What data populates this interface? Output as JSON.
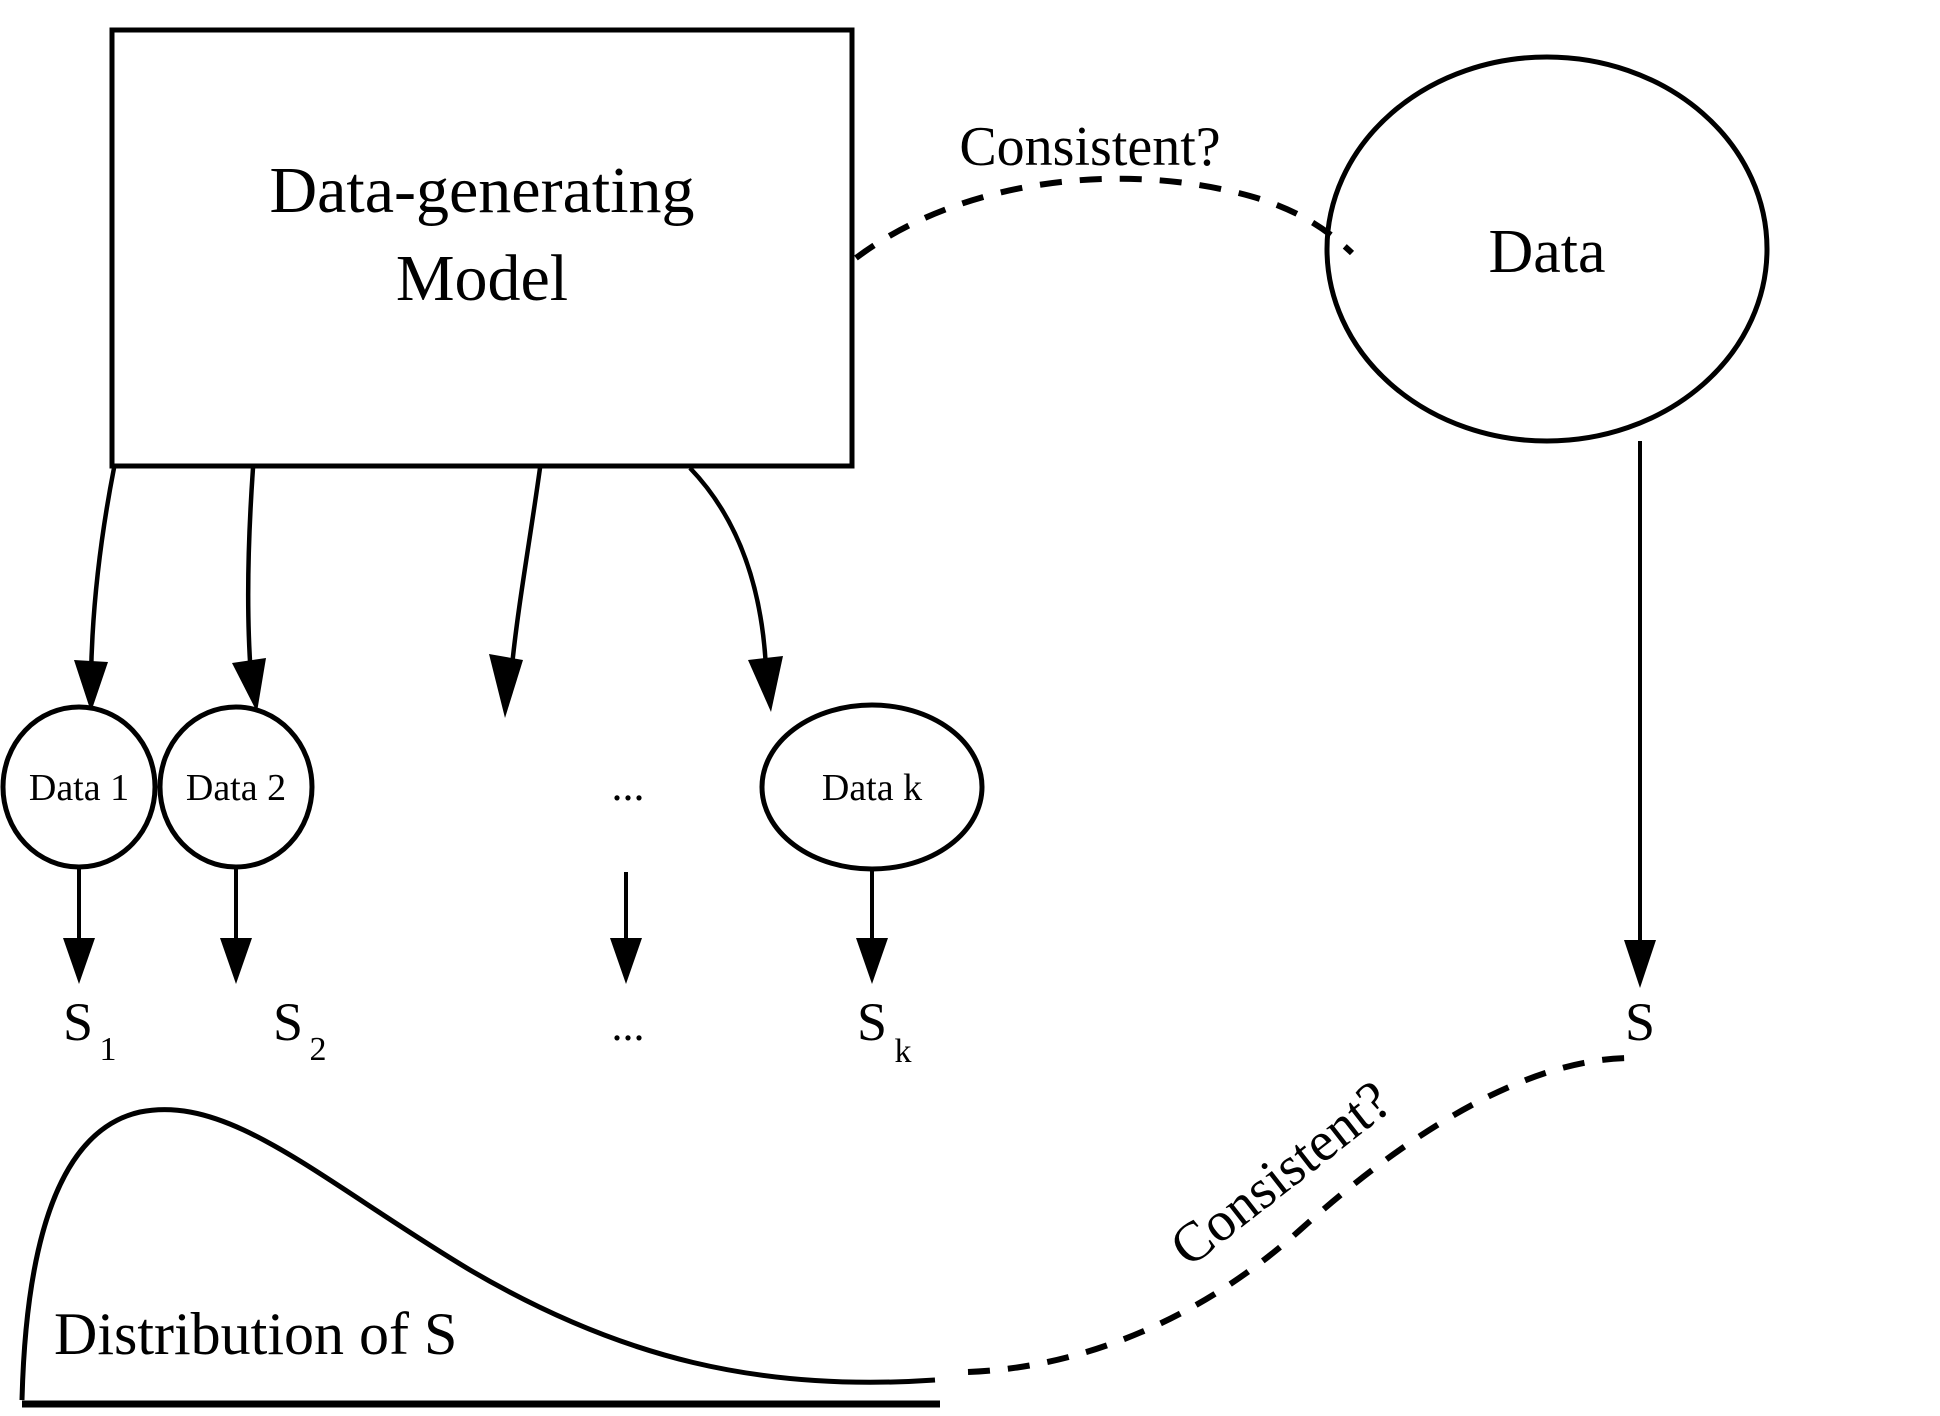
{
  "diagram": {
    "title": "Data-generating Model consistency diagram",
    "colors": {
      "stroke": "#000000",
      "background": "#ffffff"
    },
    "model_box": {
      "label_line1": "Data-generating",
      "label_line2": "Model"
    },
    "observed_data_node": {
      "label": "Data"
    },
    "replicate_nodes": [
      {
        "label": "Data 1"
      },
      {
        "label": "Data 2"
      },
      {
        "label": "..."
      },
      {
        "label": "Data k"
      }
    ],
    "statistics": [
      {
        "base": "S",
        "sub": "1"
      },
      {
        "base": "S",
        "sub": "2"
      },
      {
        "base": "...",
        "sub": ""
      },
      {
        "base": "S",
        "sub": "k"
      }
    ],
    "observed_statistic": {
      "base": "S",
      "sub": ""
    },
    "comparisons": [
      {
        "label": "Consistent?",
        "position": "top"
      },
      {
        "label": "Consistent?",
        "position": "bottom"
      }
    ],
    "distribution": {
      "caption": "Distribution of S"
    }
  }
}
